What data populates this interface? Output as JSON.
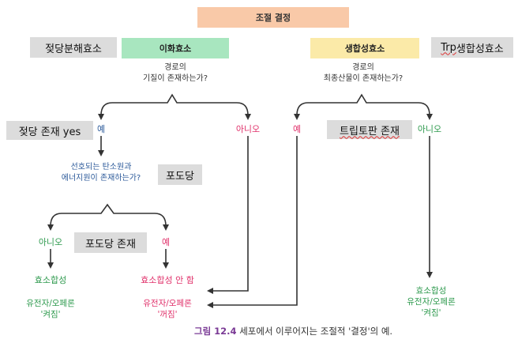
{
  "title": "조절 결정",
  "boxes": {
    "catabolism": "이화효소",
    "anabolism": "생합성효소"
  },
  "questions": {
    "q1": [
      "경로의",
      "기질이 존재하는가?"
    ],
    "q2": [
      "경로의",
      "최종산물이 존재하는가?"
    ],
    "q3": [
      "선호되는 탄소원과",
      "에너지원이 존재하는가?"
    ]
  },
  "branches": {
    "yes": "예",
    "no": "아니오"
  },
  "outcomes": {
    "synthesis": "효소합성",
    "no_synthesis": "효소합성 안 함",
    "genes_on": [
      "유전자/오페론",
      "'켜짐'"
    ],
    "genes_off": [
      "유전자/오페론",
      "'꺼짐'"
    ]
  },
  "annotations": {
    "lactose_enzyme": "젖당분해효소",
    "lactose_yes": "젖당 존재 yes",
    "glucose": "포도당",
    "glucose_present": "포도당 존재",
    "trp_enzyme_prefix": "Trp",
    "trp_enzyme_suffix": "생합성효소",
    "trp_present": "트립토판 존재"
  },
  "caption": {
    "figure": "그림 12.4",
    "text": "세포에서 이루어지는 조절적 '결정'의 예."
  },
  "colors": {
    "title_bg": "#f9c9a8",
    "catabolism_bg": "#a8e6bf",
    "anabolism_bg": "#fbeaa8",
    "annotation_bg": "#dcdcdc",
    "yes_color": "#2c5a9a",
    "no_color": "#2e9a4e",
    "pink": "#e0306a"
  }
}
